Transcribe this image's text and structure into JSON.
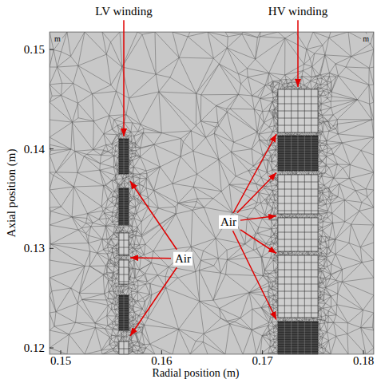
{
  "diagram": {
    "labels": [
      "LV winding",
      "HV winding",
      "Air",
      "Air",
      "m",
      "m",
      "0.15",
      "0.14",
      "0.13",
      "0.12",
      "0.15",
      "0.16",
      "0.17",
      "0.18",
      "Axial position (m)",
      "Radial position (m)"
    ]
  }
}
